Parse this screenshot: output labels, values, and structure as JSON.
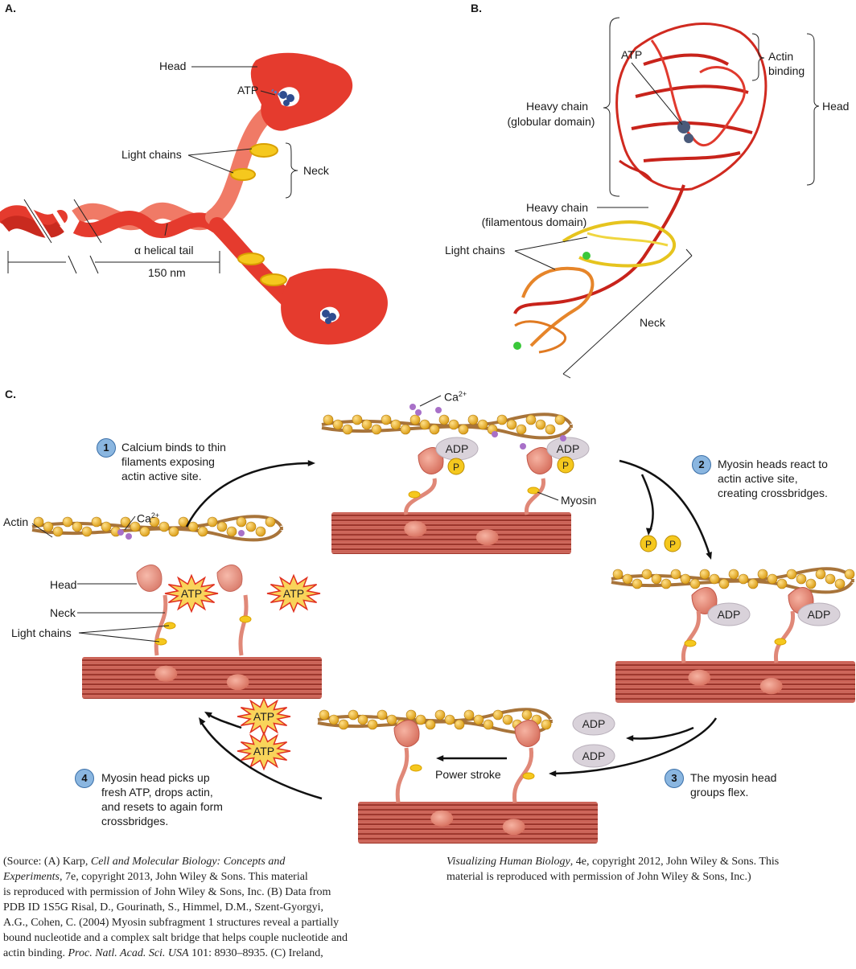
{
  "panel_a": {
    "letter": "A.",
    "labels": {
      "head": "Head",
      "atp": "ATP",
      "light_chains": "Light chains",
      "neck": "Neck",
      "alpha_tail": "α helical tail",
      "length": "150 nm"
    }
  },
  "panel_b": {
    "letter": "B.",
    "labels": {
      "atp": "ATP",
      "actin_binding_1": "Actin",
      "actin_binding_2": "binding",
      "head": "Head",
      "heavy_globular_1": "Heavy chain",
      "heavy_globular_2": "(globular domain)",
      "heavy_filament_1": "Heavy chain",
      "heavy_filament_2": "(filamentous domain)",
      "light_chains": "Light chains",
      "neck": "Neck"
    }
  },
  "panel_c": {
    "letter": "C.",
    "labels": {
      "actin": "Actin",
      "ca_left": "Ca",
      "ca_top": "Ca",
      "ca_sup": "2+",
      "head": "Head",
      "neck": "Neck",
      "light_chains": "Light chains",
      "myosin": "Myosin",
      "atp": "ATP",
      "adp": "ADP",
      "p": "P",
      "power_stroke": "Power stroke"
    },
    "steps": [
      {
        "num": "1",
        "lines": [
          "Calcium binds to thin",
          "filaments exposing",
          "actin active site."
        ]
      },
      {
        "num": "2",
        "lines": [
          "Myosin heads react to",
          "actin active site,",
          "creating crossbridges."
        ]
      },
      {
        "num": "3",
        "lines": [
          "The myosin head",
          "groups flex."
        ]
      },
      {
        "num": "4",
        "lines": [
          "Myosin head picks up",
          "fresh ATP, drops actin,",
          "and resets to again form",
          "crossbridges."
        ]
      }
    ]
  },
  "caption": {
    "left": [
      "(Source: (A) Karp, ",
      "Cell and Molecular Biology: Concepts and",
      "Experiments",
      ", 7e, copyright 2013, John Wiley & Sons. This material",
      "is reproduced with permission of John Wiley & Sons, Inc. (B) Data from",
      "PDB ID 1S5G Risal, D., Gourinath, S., Himmel, D.M., Szent-Gyorgyi,",
      "A.G., Cohen, C. (2004) Myosin subfragment 1 structures reveal a partially",
      "bound nucleotide and a complex salt bridge that helps couple nucleotide and",
      "actin binding. ",
      "Proc. Natl. Acad. Sci. USA",
      " 101: 8930–8935. (C) Ireland,"
    ],
    "right": [
      "Visualizing Human Biology",
      ", 4e, copyright 2012, John Wiley & Sons. This",
      "material is reproduced with permission of John Wiley & Sons, Inc.)"
    ]
  },
  "colors": {
    "myosin_red": "#e53b2e",
    "tail_light": "#f07a66",
    "light_chain": "#f5c81e",
    "atp_blue": "#2f4d8f",
    "actin_bead": "#f0b020",
    "filament_tan": "#a8743a",
    "thick_filament": "#c4584a",
    "step_circle": "#8ab6e0",
    "adp_grey": "#d9d2da",
    "atp_burst": "#f9d45a"
  }
}
